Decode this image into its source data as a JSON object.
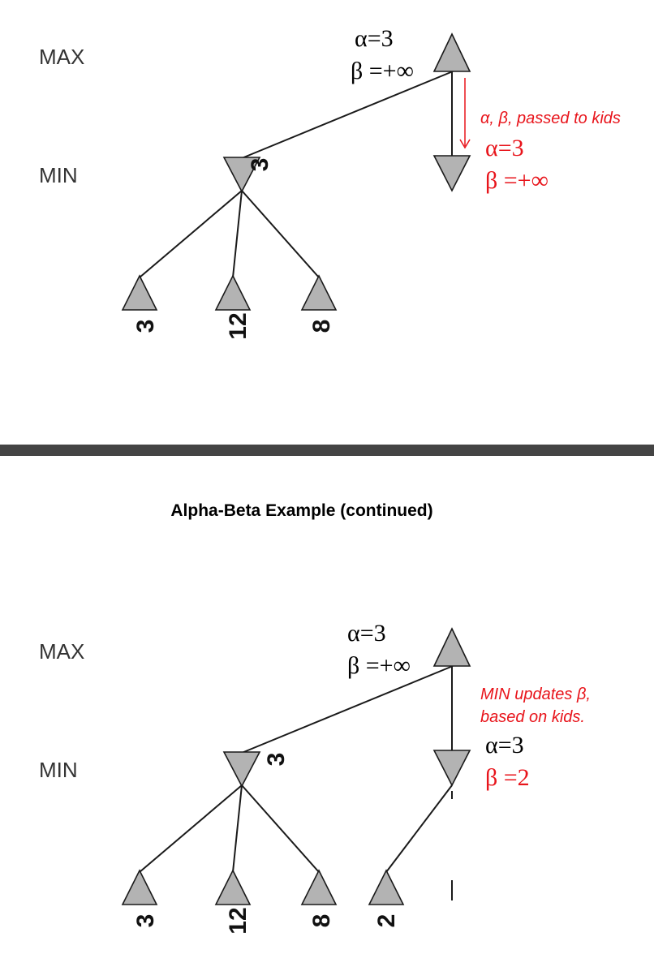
{
  "panel1": {
    "max_label": "MAX",
    "min_label": "MIN",
    "root_alpha": "α=3",
    "root_beta": "β =+∞",
    "min_left_value": "3",
    "leaves": [
      "3",
      "12",
      "8"
    ],
    "note": "α, β, passed to kids",
    "right_alpha": "α=3",
    "right_beta": "β =+∞"
  },
  "divider_color": "#444444",
  "caption": "Alpha-Beta Example (continued)",
  "panel2": {
    "max_label": "MAX",
    "min_label": "MIN",
    "root_alpha": "α=3",
    "root_beta": "β =+∞",
    "min_left_value": "3",
    "leaves": [
      "3",
      "12",
      "8",
      "2"
    ],
    "note_line1": "MIN updates β,",
    "note_line2": "based on kids.",
    "right_alpha": "α=3",
    "right_beta": "β =2"
  }
}
